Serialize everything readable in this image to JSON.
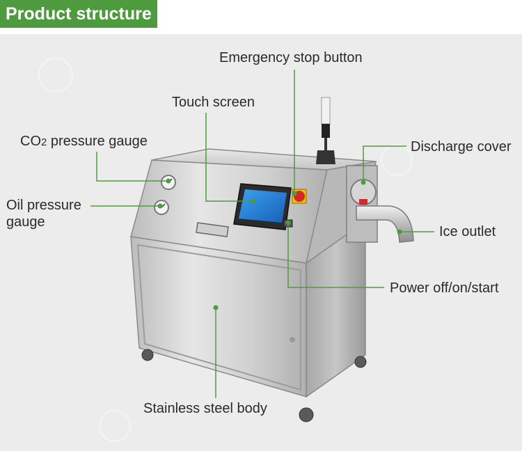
{
  "header": {
    "title": "Product structure"
  },
  "labels": {
    "emergency_stop": "Emergency stop button",
    "touch_screen": "Touch screen",
    "co2_prefix": "CO",
    "co2_sub": "2",
    "co2_suffix": " pressure gauge",
    "discharge_cover": "Discharge cover",
    "oil_pressure_line1": "Oil pressure",
    "oil_pressure_line2": "gauge",
    "ice_outlet": "Ice outlet",
    "power": "Power off/on/start",
    "body": "Stainless steel body"
  },
  "colors": {
    "accent_green": "#4e9a3e",
    "leader_line": "#4e9a3e",
    "steel_light": "#d8d8d8",
    "steel_dark": "#9a9a9a",
    "screen_blue": "#1f7fd0",
    "stop_red": "#d62828"
  }
}
